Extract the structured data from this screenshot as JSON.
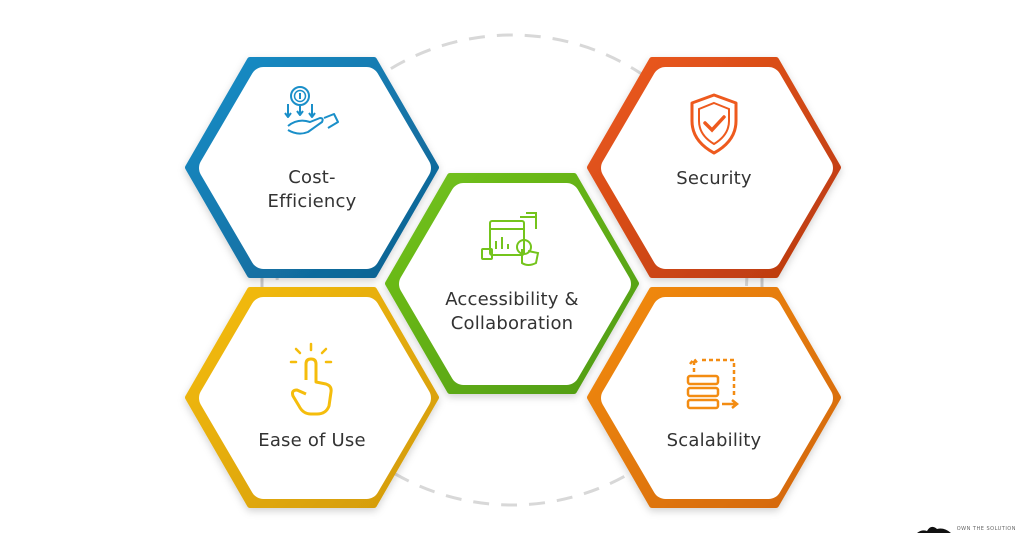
{
  "nodes": [
    {
      "id": "cost-efficiency",
      "label_line1": "Cost-",
      "label_line2": "Efficiency",
      "icon": "money-hand-icon",
      "color": "#1a8fc9",
      "dark": "#0e5f8e"
    },
    {
      "id": "security",
      "label_line1": "Security",
      "label_line2": "",
      "icon": "shield-check-icon",
      "color": "#ee5a1e",
      "dark": "#b8390f"
    },
    {
      "id": "accessibility-collaboration",
      "label_line1": "Accessibility &",
      "label_line2": "Collaboration",
      "icon": "dashboard-touch-icon",
      "color": "#74c41c",
      "dark": "#4f9a10"
    },
    {
      "id": "ease-of-use",
      "label_line1": "Ease of Use",
      "label_line2": "",
      "icon": "tap-finger-icon",
      "color": "#f5bd0c",
      "dark": "#d29a06"
    },
    {
      "id": "scalability",
      "label_line1": "Scalability",
      "label_line2": "",
      "icon": "server-scale-icon",
      "color": "#f38c12",
      "dark": "#d2660a"
    }
  ],
  "connector_color": "#d8d8d8",
  "logo": {
    "text": "OWN THE SOLUTION"
  }
}
